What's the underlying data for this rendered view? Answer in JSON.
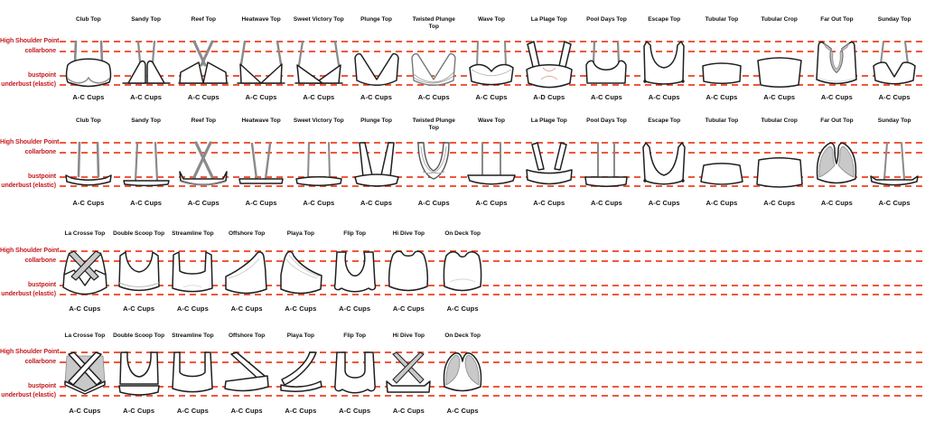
{
  "palette": {
    "guide_line": "#f1573b",
    "guide_label": "#c41b1f",
    "ink": "#1f1f1f",
    "strap_gray": "#8a8a8a",
    "shade_gray": "#c9c9c9",
    "background": "#ffffff"
  },
  "guide_labels": [
    "High Shoulder Point",
    "collarbone",
    "bustpoint",
    "underbust (elastic)"
  ],
  "rows": [
    {
      "view": "front",
      "items": [
        {
          "name": "Club Top",
          "cups": "A-C Cups",
          "shape": "club-front"
        },
        {
          "name": "Sandy Top",
          "cups": "A-C Cups",
          "shape": "sandy-front"
        },
        {
          "name": "Reef Top",
          "cups": "A-C Cups",
          "shape": "reef-front"
        },
        {
          "name": "Heatwave Top",
          "cups": "A-C Cups",
          "shape": "heatwave-front"
        },
        {
          "name": "Sweet Victory Top",
          "cups": "A-C Cups",
          "shape": "sweetvictory-front"
        },
        {
          "name": "Plunge Top",
          "cups": "A-C Cups",
          "shape": "plunge-front"
        },
        {
          "name": "Twisted Plunge\nTop",
          "cups": "A-C Cups",
          "shape": "twistedplunge-front"
        },
        {
          "name": "Wave Top",
          "cups": "A-C Cups",
          "shape": "wave-front"
        },
        {
          "name": "La Plage Top",
          "cups": "A-D Cups",
          "shape": "laplage-front"
        },
        {
          "name": "Pool Days Top",
          "cups": "A-C Cups",
          "shape": "pooldays-front"
        },
        {
          "name": "Escape Top",
          "cups": "A-C Cups",
          "shape": "escape-front"
        },
        {
          "name": "Tubular Top",
          "cups": "A-C Cups",
          "shape": "tubular-front"
        },
        {
          "name": "Tubular Crop",
          "cups": "A-C Cups",
          "shape": "tubularcrop-front"
        },
        {
          "name": "Far Out Top",
          "cups": "A-C Cups",
          "shape": "farout-front"
        },
        {
          "name": "Sunday Top",
          "cups": "A-C Cups",
          "shape": "sunday-front"
        }
      ]
    },
    {
      "view": "back",
      "items": [
        {
          "name": "Club Top",
          "cups": "A-C Cups",
          "shape": "club-back"
        },
        {
          "name": "Sandy Top",
          "cups": "A-C Cups",
          "shape": "sandy-back"
        },
        {
          "name": "Reef Top",
          "cups": "A-C Cups",
          "shape": "reef-back"
        },
        {
          "name": "Heatwave Top",
          "cups": "A-C Cups",
          "shape": "heatwave-back"
        },
        {
          "name": "Sweet Victory Top",
          "cups": "A-C Cups",
          "shape": "sweetvictory-back"
        },
        {
          "name": "Plunge Top",
          "cups": "A-C Cups",
          "shape": "plunge-back"
        },
        {
          "name": "Twisted Plunge\nTop",
          "cups": "A-C Cups",
          "shape": "twistedplunge-back"
        },
        {
          "name": "Wave Top",
          "cups": "A-C Cups",
          "shape": "wave-back"
        },
        {
          "name": "La Plage Top",
          "cups": "A-C Cups",
          "shape": "laplage-back"
        },
        {
          "name": "Pool Days Top",
          "cups": "A-C Cups",
          "shape": "pooldays-back"
        },
        {
          "name": "Escape Top",
          "cups": "A-C Cups",
          "shape": "escape-back"
        },
        {
          "name": "Tubular Top",
          "cups": "A-C Cups",
          "shape": "tubular-back"
        },
        {
          "name": "Tubular Crop",
          "cups": "A-C Cups",
          "shape": "tubularcrop-back"
        },
        {
          "name": "Far Out Top",
          "cups": "A-C Cups",
          "shape": "farout-back"
        },
        {
          "name": "Sunday Top",
          "cups": "A-C Cups",
          "shape": "sunday-back"
        }
      ]
    },
    {
      "view": "front",
      "items": [
        {
          "name": "La Crosse Top",
          "cups": "A-C Cups",
          "shape": "lacrosse-front"
        },
        {
          "name": "Double Scoop Top",
          "cups": "A-C Cups",
          "shape": "doublescoop-front"
        },
        {
          "name": "Streamline Top",
          "cups": "A-C Cups",
          "shape": "streamline-front"
        },
        {
          "name": "Offshore Top",
          "cups": "A-C Cups",
          "shape": "offshore-front"
        },
        {
          "name": "Playa Top",
          "cups": "A-C Cups",
          "shape": "playa-front"
        },
        {
          "name": "Flip Top",
          "cups": "A-C Cups",
          "shape": "flip-front"
        },
        {
          "name": "Hi Dive Top",
          "cups": "A-C Cups",
          "shape": "hidive-front"
        },
        {
          "name": "On Deck Top",
          "cups": "A-C Cups",
          "shape": "ondeck-front"
        }
      ]
    },
    {
      "view": "back",
      "items": [
        {
          "name": "La Crosse Top",
          "cups": "A-C Cups",
          "shape": "lacrosse-back"
        },
        {
          "name": "Double Scoop Top",
          "cups": "A-C Cups",
          "shape": "doublescoop-back"
        },
        {
          "name": "Streamline Top",
          "cups": "A-C Cups",
          "shape": "streamline-back"
        },
        {
          "name": "Offshore Top",
          "cups": "A-C Cups",
          "shape": "offshore-back"
        },
        {
          "name": "Playa Top",
          "cups": "A-C Cups",
          "shape": "playa-back"
        },
        {
          "name": "Flip Top",
          "cups": "A-C Cups",
          "shape": "flip-back"
        },
        {
          "name": "Hi Dive Top",
          "cups": "A-C Cups",
          "shape": "hidive-back"
        },
        {
          "name": "On Deck Top",
          "cups": "A-C Cups",
          "shape": "ondeck-back"
        }
      ]
    }
  ]
}
